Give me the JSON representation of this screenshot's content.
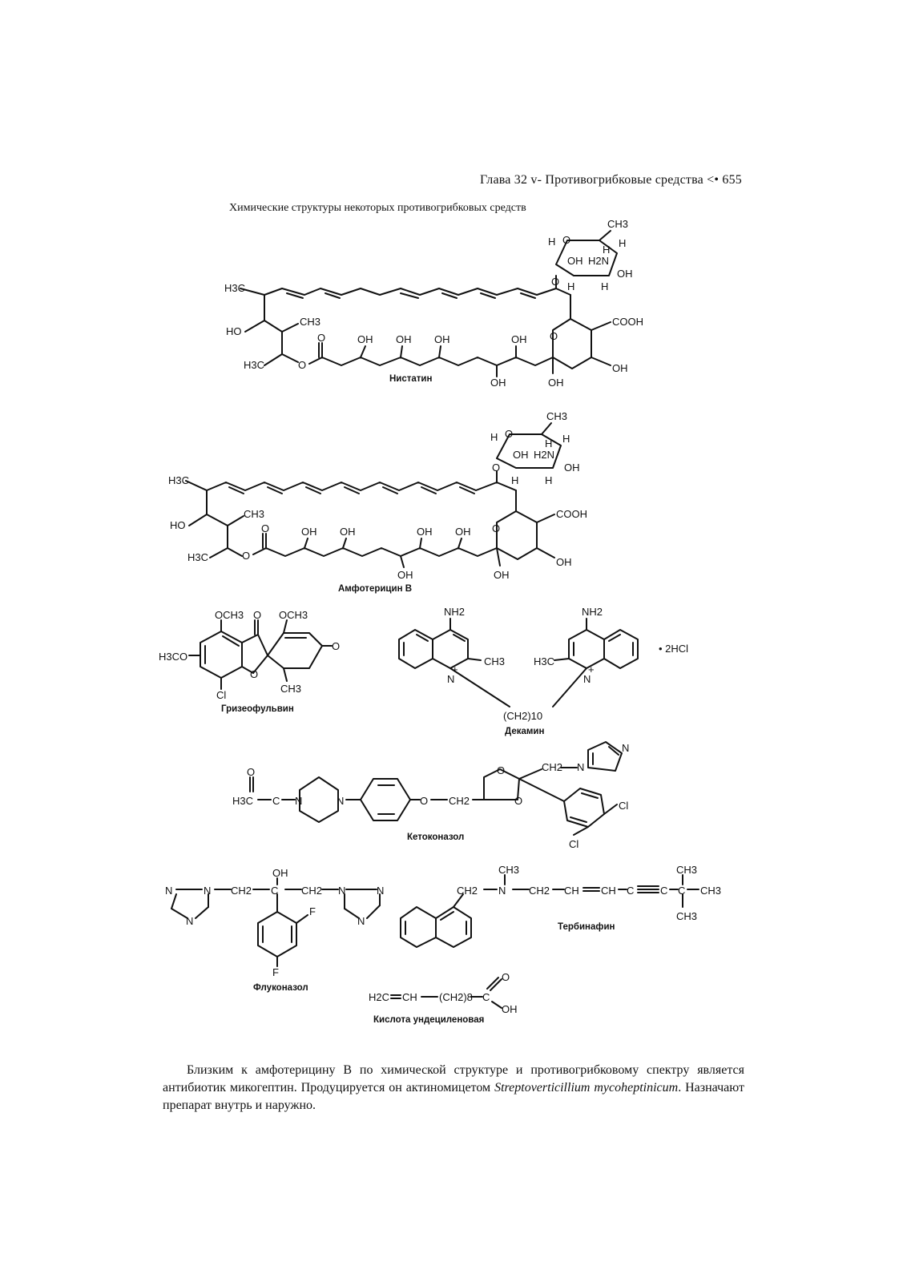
{
  "page": {
    "header": "Глава 32 v- Противогрибковые средства <• 655",
    "caption": "Химические структуры некоторых противогрибковых средств"
  },
  "compounds": {
    "nystatin": "Нистатин",
    "amphotericin": "Амфотерицин В",
    "griseofulvin": "Гризеофульвин",
    "decamine": "Декамин",
    "ketoconazole": "Кетоконазол",
    "terbinafine": "Тербинафин",
    "fluconazole": "Флуконазол",
    "undecylenic": "Кислота ундециленовая"
  },
  "labels": {
    "CH3": "CH3",
    "H3C": "H3C",
    "H": "H",
    "O": "O",
    "OH": "OH",
    "HO": "HO",
    "H2N": "H2N",
    "NH2": "NH2",
    "COOH": "COOH",
    "OCH3": "OCH3",
    "H3CO": "H3CO",
    "Cl": "Cl",
    "F": "F",
    "N": "N",
    "C": "C",
    "CH2": "CH2",
    "CH": "CH",
    "CH2_10": "(CH2)10",
    "CH2_8": "(CH2)8",
    "H2C": "H2C",
    "dot2HCl": "• 2HCl",
    "plus": "+"
  },
  "paragraph": {
    "part1": "Близким к амфотерицину В по химической структуре и противогрибковому спектру является антибиотик микогептин. Продуцируется он актиномицетом ",
    "species": "Streptoverticillium mycoheptinicum",
    "part2": ". Назначают препарат внутрь и наружно."
  }
}
